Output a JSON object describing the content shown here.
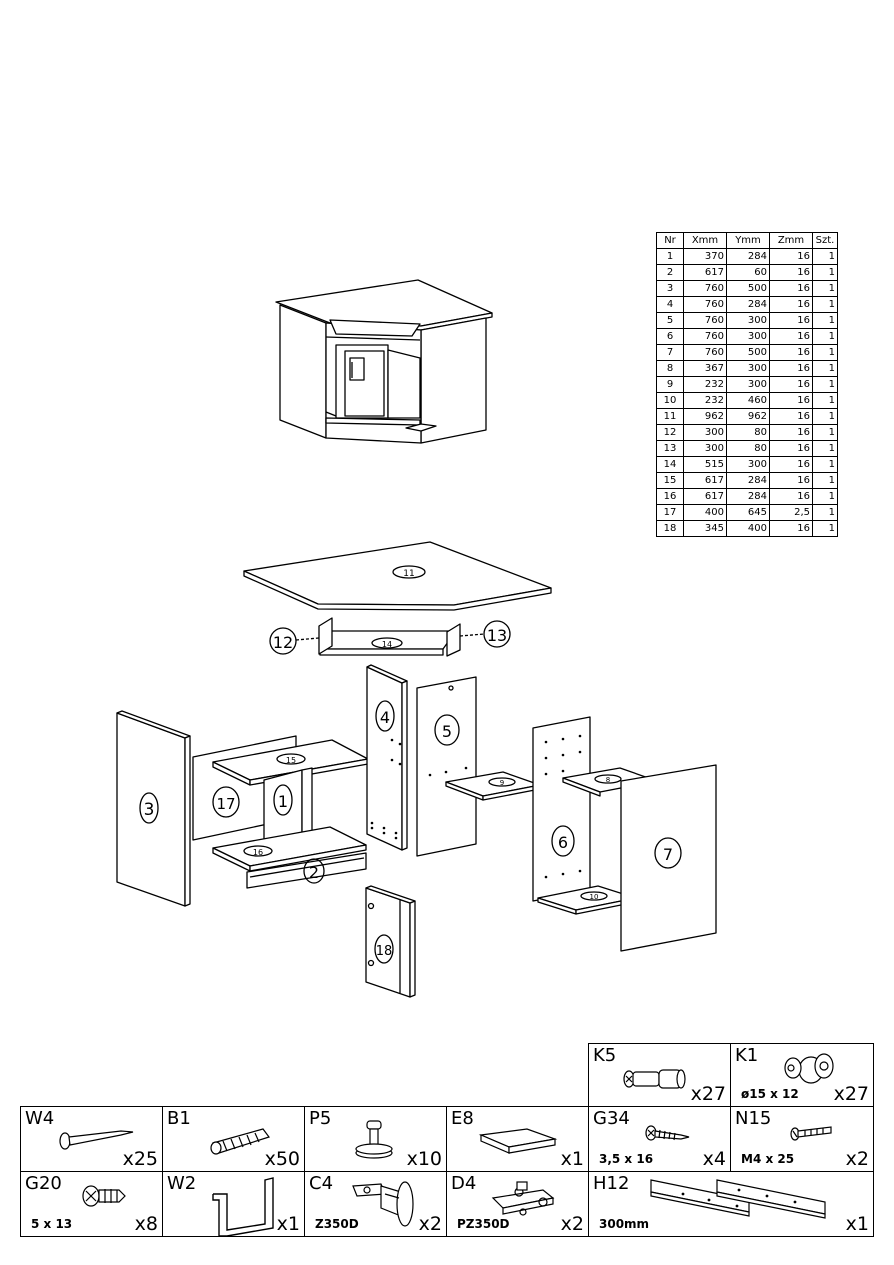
{
  "parts_table": {
    "headers": [
      "Nr",
      "Xmm",
      "Ymm",
      "Zmm",
      "Szt."
    ],
    "rows": [
      [
        "1",
        "370",
        "284",
        "16",
        "1"
      ],
      [
        "2",
        "617",
        "60",
        "16",
        "1"
      ],
      [
        "3",
        "760",
        "500",
        "16",
        "1"
      ],
      [
        "4",
        "760",
        "284",
        "16",
        "1"
      ],
      [
        "5",
        "760",
        "300",
        "16",
        "1"
      ],
      [
        "6",
        "760",
        "300",
        "16",
        "1"
      ],
      [
        "7",
        "760",
        "500",
        "16",
        "1"
      ],
      [
        "8",
        "367",
        "300",
        "16",
        "1"
      ],
      [
        "9",
        "232",
        "300",
        "16",
        "1"
      ],
      [
        "10",
        "232",
        "460",
        "16",
        "1"
      ],
      [
        "11",
        "962",
        "962",
        "16",
        "1"
      ],
      [
        "12",
        "300",
        "80",
        "16",
        "1"
      ],
      [
        "13",
        "300",
        "80",
        "16",
        "1"
      ],
      [
        "14",
        "515",
        "300",
        "16",
        "1"
      ],
      [
        "15",
        "617",
        "284",
        "16",
        "1"
      ],
      [
        "16",
        "617",
        "284",
        "16",
        "1"
      ],
      [
        "17",
        "400",
        "645",
        "2,5",
        "1"
      ],
      [
        "18",
        "345",
        "400",
        "16",
        "1"
      ]
    ]
  },
  "part_labels": {
    "p1": "1",
    "p2": "2",
    "p3": "3",
    "p4": "4",
    "p5": "5",
    "p6": "6",
    "p7": "7",
    "p8": "8",
    "p9": "9",
    "p10": "10",
    "p11": "11",
    "p12": "12",
    "p13": "13",
    "p14": "14",
    "p15": "15",
    "p16": "16",
    "p17": "17",
    "p18": "18"
  },
  "hardware": {
    "K5": {
      "code": "K5",
      "qty": "x27",
      "spec": "",
      "icon": "cam-bolt-icon"
    },
    "K1": {
      "code": "K1",
      "qty": "x27",
      "spec": "ø15 x 12",
      "icon": "cam-lock-icon"
    },
    "W4": {
      "code": "W4",
      "qty": "x25",
      "spec": "",
      "icon": "nail-icon"
    },
    "B1": {
      "code": "B1",
      "qty": "x50",
      "spec": "",
      "icon": "dowel-icon"
    },
    "P5": {
      "code": "P5",
      "qty": "x10",
      "spec": "",
      "icon": "glide-icon"
    },
    "E8": {
      "code": "E8",
      "qty": "x1",
      "spec": "",
      "icon": "pad-icon"
    },
    "G34": {
      "code": "G34",
      "qty": "x4",
      "spec": "3,5 x 16",
      "icon": "screw-icon"
    },
    "N15": {
      "code": "N15",
      "qty": "x2",
      "spec": "M4 x 25",
      "icon": "bolt-icon"
    },
    "G20": {
      "code": "G20",
      "qty": "x8",
      "spec": "5 x 13",
      "icon": "euro-screw-icon"
    },
    "W2": {
      "code": "W2",
      "qty": "x1",
      "spec": "",
      "icon": "allen-key-icon"
    },
    "C4": {
      "code": "C4",
      "qty": "x2",
      "spec": "Z350D",
      "icon": "hinge-icon"
    },
    "D4": {
      "code": "D4",
      "qty": "x2",
      "spec": "PZ350D",
      "icon": "hinge-plate-icon"
    },
    "H12": {
      "code": "H12",
      "qty": "x1",
      "spec": "300mm",
      "icon": "drawer-slide-icon"
    }
  }
}
